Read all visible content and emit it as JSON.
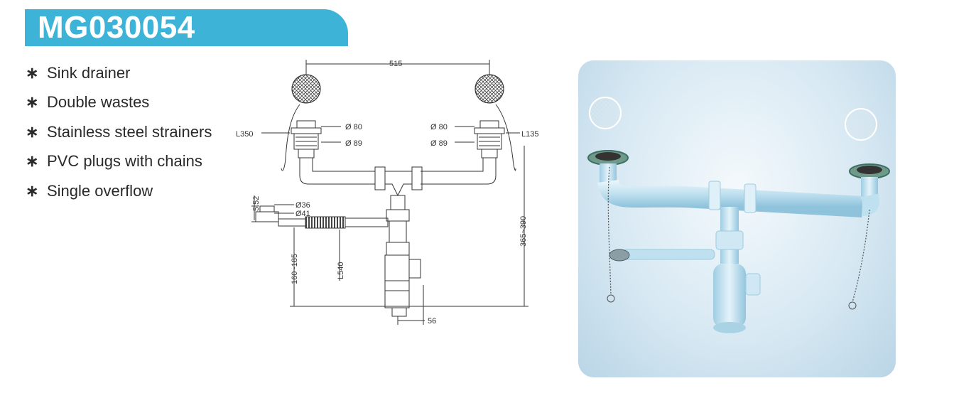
{
  "product": {
    "model_code": "MG030054",
    "brand_color": "#3db3d7"
  },
  "features": [
    {
      "bullet": "∗",
      "text": "Sink drainer"
    },
    {
      "bullet": "∗",
      "text": "Double wastes"
    },
    {
      "bullet": "∗",
      "text": "Stainless steel strainers"
    },
    {
      "bullet": "∗",
      "text": "PVC plugs with chains"
    },
    {
      "bullet": "∗",
      "text": "Single overflow"
    }
  ],
  "drawing": {
    "width_between_wastes": "515",
    "left_chain_length": "L350",
    "right_chain_length": "L135",
    "left_inner_diameter": "Ø 80",
    "left_outer_diameter": "Ø 89",
    "right_inner_diameter": "Ø 80",
    "right_outer_diameter": "Ø 89",
    "overflow_height": "5.52",
    "overflow_diameter_small": "Ø36",
    "overflow_diameter_large": "Ø41",
    "overflow_hose_length": "L540",
    "overflow_vertical_range": "160~185",
    "total_height_range": "365~390",
    "outlet_offset": "56"
  }
}
